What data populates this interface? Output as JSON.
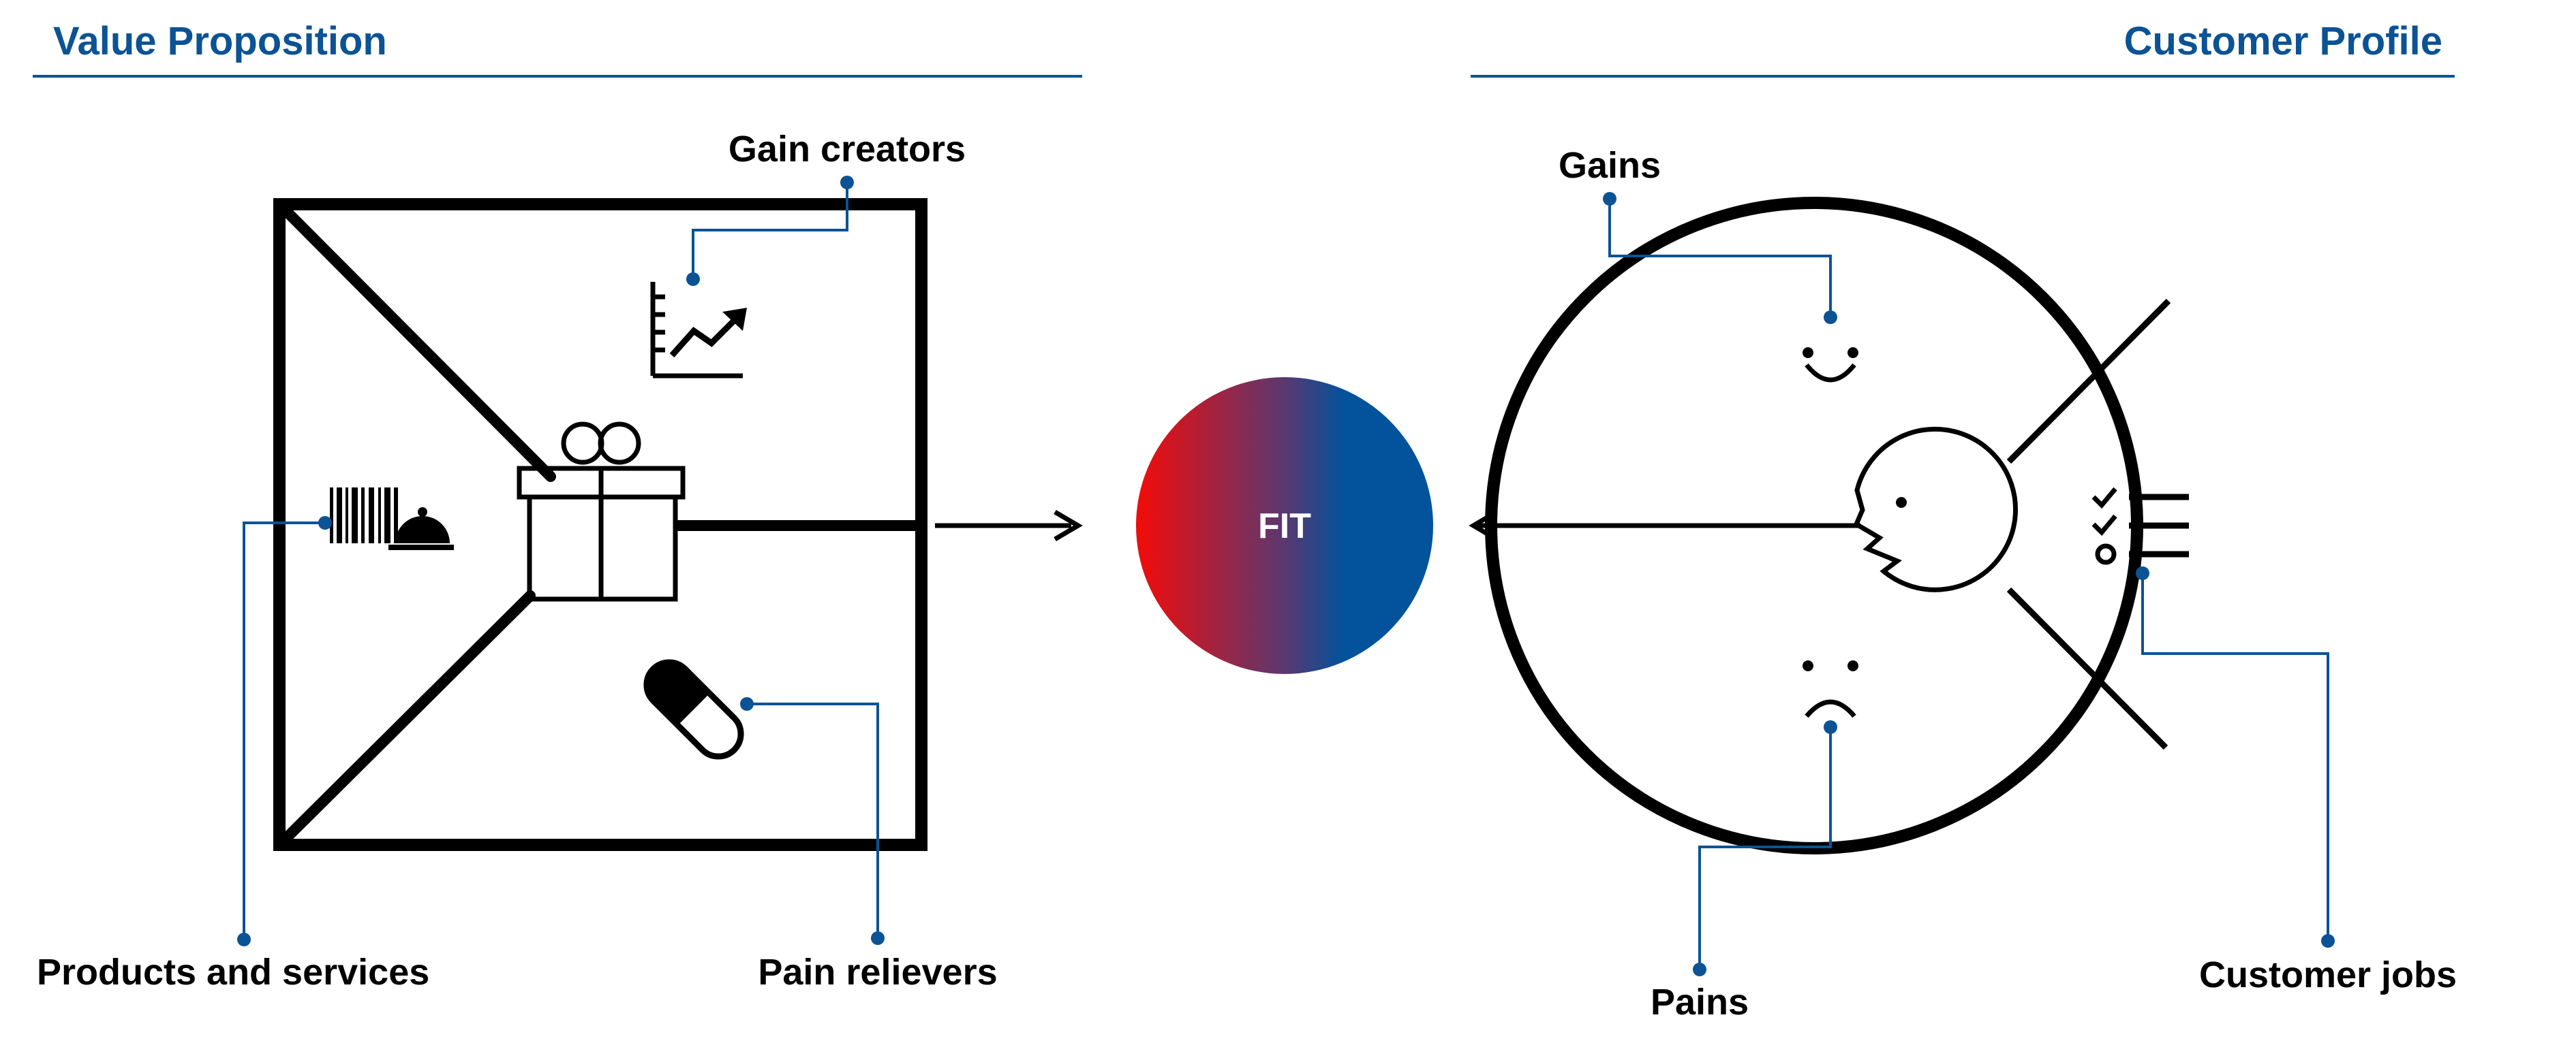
{
  "value_proposition": {
    "title": "Value Proposition",
    "gain_creators": "Gain creators",
    "products_and_services": "Products and services",
    "pain_relievers": "Pain relievers"
  },
  "fit": {
    "label": "FIT"
  },
  "customer_profile": {
    "title": "Customer Profile",
    "gains": "Gains",
    "pains": "Pains",
    "customer_jobs": "Customer jobs"
  },
  "colors": {
    "accent": "#0b5394",
    "fit_left": "#ee0d0d",
    "fit_right": "#02529c",
    "ink": "#000000"
  },
  "icons": {
    "gain_creators": "trend-chart-icon",
    "products_and_services": "barcode-cloche-icon",
    "value_center": "gift-icon",
    "pain_relievers": "pill-icon",
    "gains": "smile-icon",
    "pains": "frown-icon",
    "customer_jobs": "checklist-icon",
    "customer_center": "face-profile-icon"
  }
}
